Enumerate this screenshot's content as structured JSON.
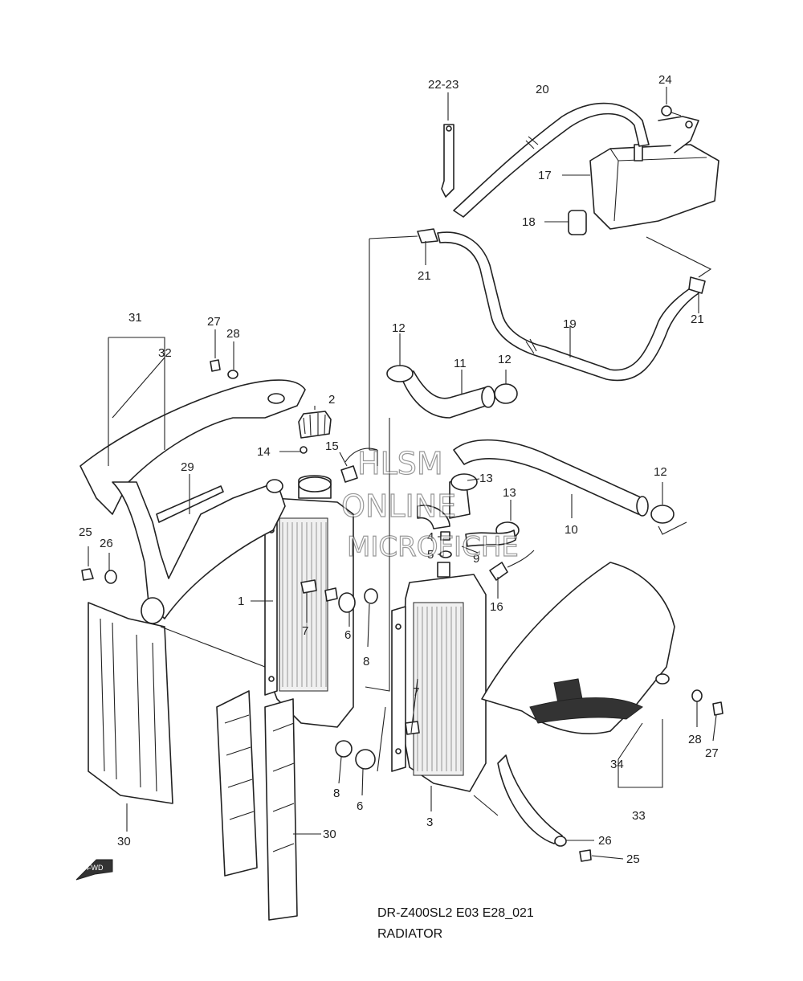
{
  "diagram": {
    "model_code": "DR-Z400SL2 E03 E28_021",
    "title": "RADIATOR",
    "watermark": [
      "HLSM",
      "ONLINE",
      "MICROFICHE"
    ],
    "fwd_label": "FWD",
    "callouts": {
      "c22_23": "22-23",
      "c20": "20",
      "c24": "24",
      "c17": "17",
      "c18": "18",
      "c21a": "21",
      "c21b": "21",
      "c19": "19",
      "c12a": "12",
      "c12b": "12",
      "c11": "11",
      "c31": "31",
      "c32": "32",
      "c27a": "27",
      "c28a": "28",
      "c2": "2",
      "c14": "14",
      "c15": "15",
      "c29": "29",
      "c13a": "13",
      "c13b": "13",
      "c12c": "12",
      "c10": "10",
      "c4": "4",
      "c5": "5",
      "c9": "9",
      "c25a": "25",
      "c26a": "26",
      "c1": "1",
      "c7a": "7",
      "c6a": "6",
      "c8a": "8",
      "c16": "16",
      "c7b": "7",
      "c28b": "28",
      "c27b": "27",
      "c34": "34",
      "c33": "33",
      "c8b": "8",
      "c6b": "6",
      "c3": "3",
      "c30a": "30",
      "c30b": "30",
      "c26b": "26",
      "c25b": "25"
    }
  }
}
